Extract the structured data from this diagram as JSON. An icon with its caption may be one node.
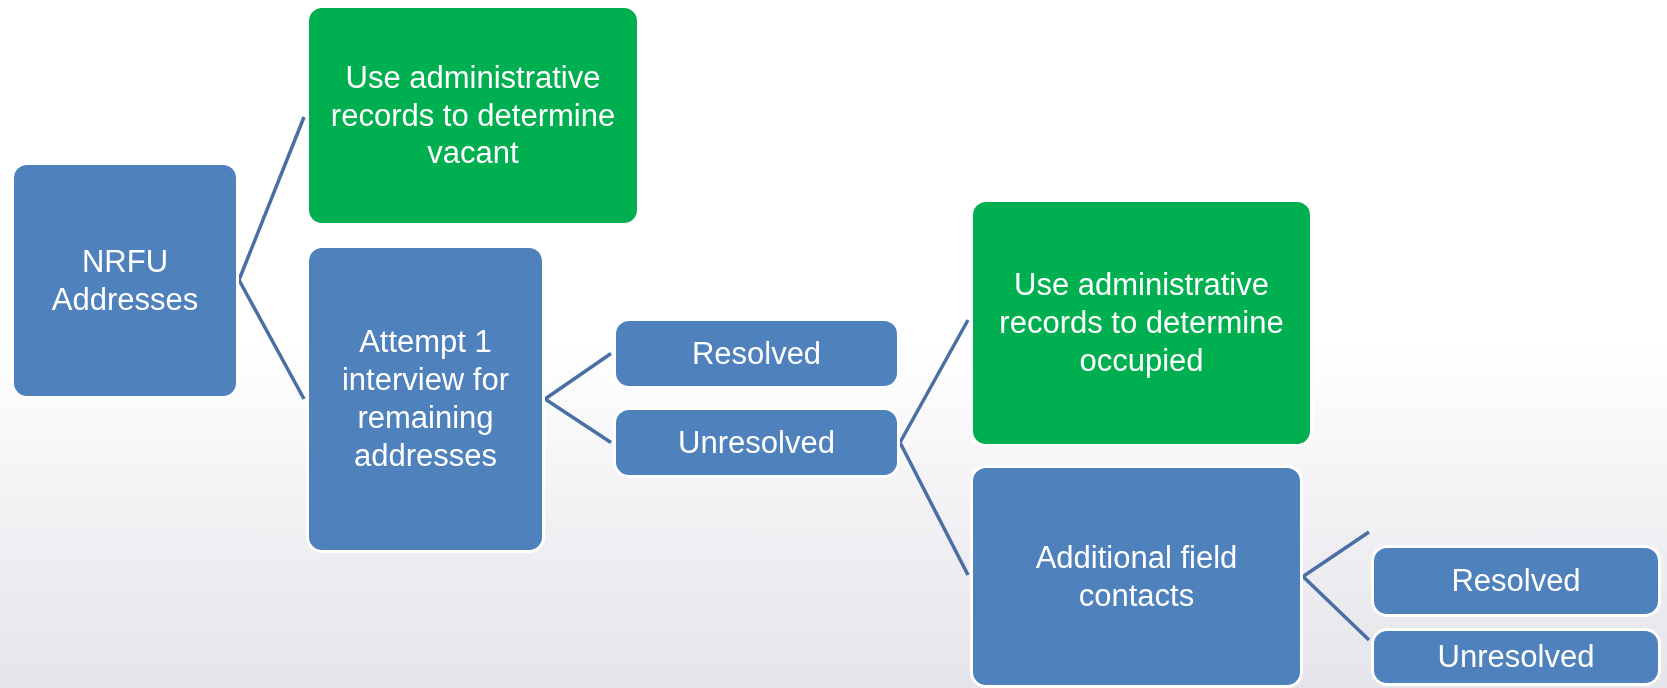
{
  "diagram": {
    "nodes": [
      {
        "text": [
          "NRFU Addresses"
        ]
      },
      {
        "text": [
          "Use administrative records to determine vacant"
        ]
      },
      {
        "text": [
          "Attempt 1 interview for remaining addresses"
        ]
      },
      {
        "text": [
          "Resolved"
        ]
      },
      {
        "text": [
          "Unresolved"
        ]
      },
      {
        "text": [
          "Use administrative records to determine occupied"
        ]
      },
      {
        "text": [
          "Additional field contacts"
        ]
      },
      {
        "text": [
          "Resolved"
        ]
      },
      {
        "text": [
          "Unresolved"
        ]
      }
    ],
    "edges": [
      {
        "from": 0,
        "to": 1,
        "arrow": "none"
      },
      {
        "from": 0,
        "to": 2,
        "arrow": "none"
      },
      {
        "from": 2,
        "to": 3,
        "arrow": "none"
      },
      {
        "from": 2,
        "to": 4,
        "arrow": "none"
      },
      {
        "from": 4,
        "to": 5,
        "arrow": "none"
      },
      {
        "from": 4,
        "to": 6,
        "arrow": "none"
      },
      {
        "from": 6,
        "to": 7,
        "arrow": "none"
      },
      {
        "from": 6,
        "to": 8,
        "arrow": "none"
      }
    ]
  }
}
